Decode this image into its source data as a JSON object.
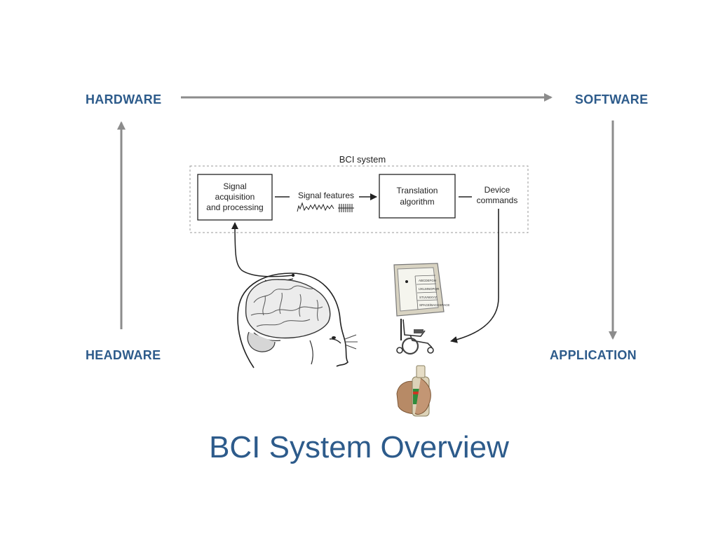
{
  "corners": {
    "hardware": "HARDWARE",
    "software": "SOFTWARE",
    "headware": "HEADWARE",
    "application": "APPLICATION"
  },
  "figure": {
    "system_label": "BCI system",
    "acquisition_box": [
      "Signal",
      "acquisition",
      "and processing"
    ],
    "features_label": "Signal features",
    "translation_box": [
      "Translation",
      "algorithm"
    ],
    "device_commands": [
      "Device",
      "commands"
    ],
    "monitor_menu_items": [
      "ABCDEFGH",
      "IJKLMNOPQR",
      "STUVWXYZ",
      "SPACE/BACKSPACE"
    ]
  },
  "title": "BCI System Overview",
  "colors": {
    "accent": "#2d5b8b",
    "cycle_arrow": "#8c8c8c",
    "diagram_line": "#222222",
    "dashed_box": "#9a9a9a"
  }
}
